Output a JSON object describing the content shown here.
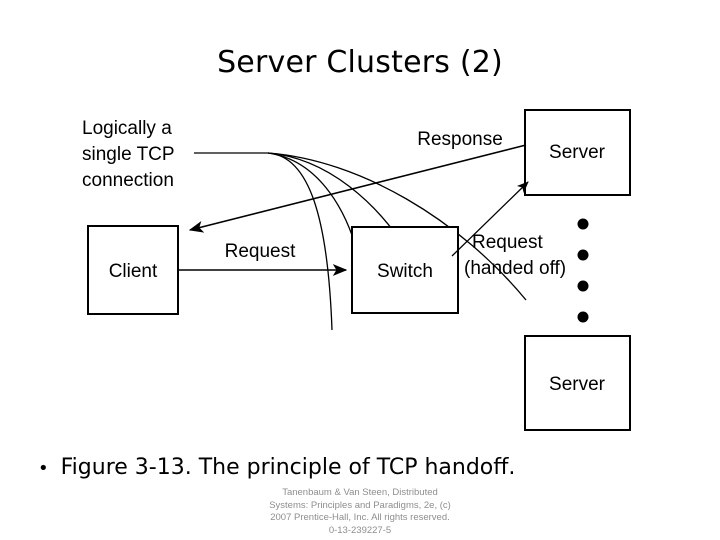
{
  "slide": {
    "title": "Server Clusters (2)",
    "bullet_marker": "•",
    "bullet_text": "Figure 3-13. The principle of TCP handoff."
  },
  "figure": {
    "caption_label": "Figure 3-13. The principle of TCP handoff.",
    "nodes": [
      {
        "id": "client",
        "label": "Client"
      },
      {
        "id": "switch",
        "label": "Switch"
      },
      {
        "id": "server-top",
        "label": "Server"
      },
      {
        "id": "server-bottom",
        "label": "Server"
      }
    ],
    "annotations": [
      {
        "id": "logical-conn",
        "line1": "Logically a",
        "line2": "single TCP",
        "line3": "connection"
      },
      {
        "id": "response",
        "label": "Response"
      },
      {
        "id": "request",
        "label": "Request"
      },
      {
        "id": "request-handed-off",
        "line1": "Request",
        "line2": "(handed off)"
      }
    ],
    "vertical_ellipsis_dots": 4,
    "colors": {
      "stroke": "#000000",
      "box_fill": "#ffffff",
      "background": "#ffffff",
      "credit_text": "#8e8e8e"
    }
  },
  "credit": {
    "line1": "Tanenbaum & Van Steen, Distributed",
    "line2": "Systems: Principles and Paradigms, 2e, (c)",
    "line3": "2007 Prentice-Hall, Inc. All rights reserved.",
    "line4": "0-13-239227-5"
  }
}
